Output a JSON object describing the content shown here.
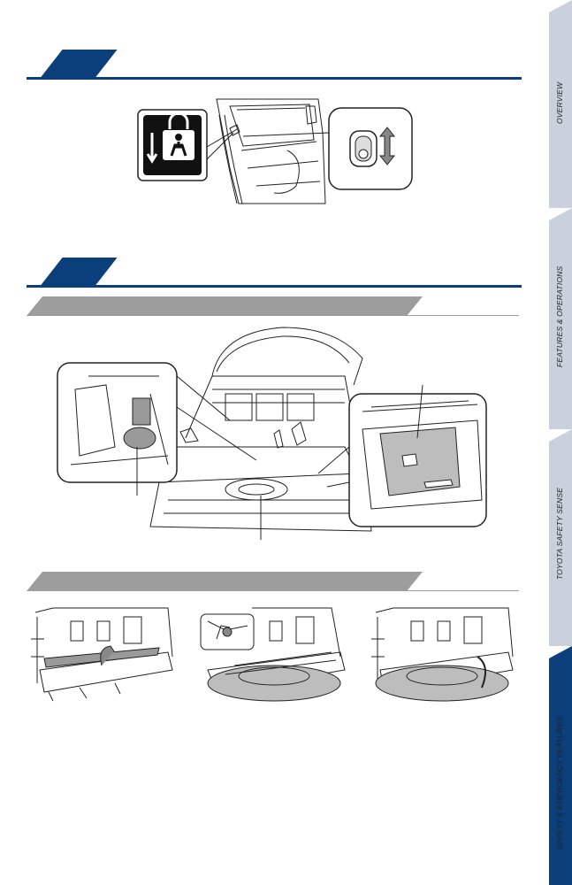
{
  "sections": [
    {
      "title": ""
    },
    {
      "title": ""
    }
  ],
  "subheaders": [
    {
      "label": ""
    },
    {
      "label": ""
    }
  ],
  "side_tabs": [
    {
      "label": "OVERVIEW",
      "active": false
    },
    {
      "label": "FEATURES & OPERATIONS",
      "active": false
    },
    {
      "label": "TOYOTA SAFETY SENSE",
      "active": false
    },
    {
      "label": "SAFETY & EMERGENCY FEATURES",
      "active": true
    }
  ],
  "colors": {
    "brand": "#0b3f7b",
    "tab_inactive": "#c9d1dc",
    "subheader": "#9d9d9d"
  }
}
